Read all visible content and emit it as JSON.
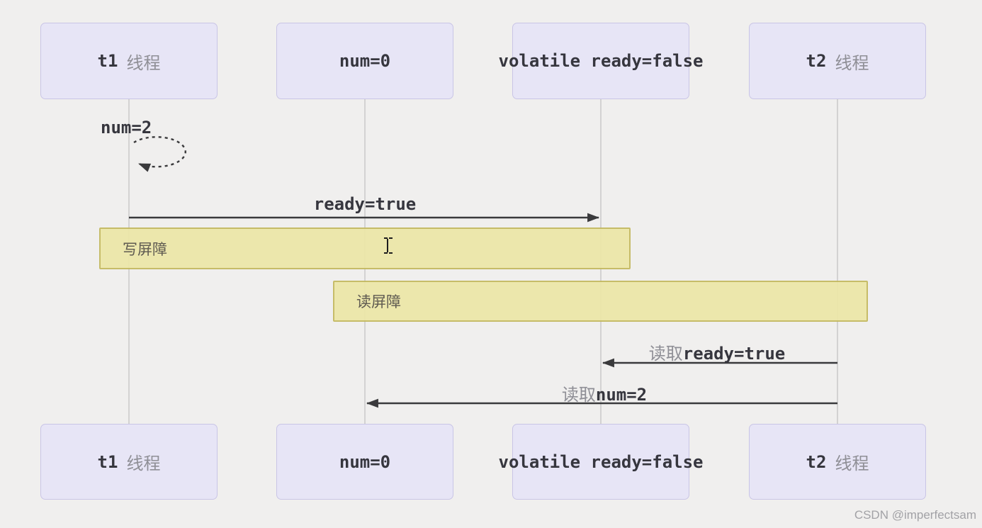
{
  "actors": {
    "t1": {
      "latin": "t1",
      "cjk": "线程"
    },
    "num": {
      "label": "num=0"
    },
    "ready": {
      "label": "volatile ready=false"
    },
    "t2": {
      "latin": "t2",
      "cjk": "线程"
    }
  },
  "labels": {
    "assign_num": "num=2",
    "write_ready": "ready=true",
    "read_ready_prefix": "读取",
    "read_ready_value": "ready=true",
    "read_num_prefix": "读取",
    "read_num_value": "num=2"
  },
  "barriers": {
    "write": "写屏障",
    "read": "读屏障"
  },
  "icons": {
    "text_cursor": "i-beam"
  },
  "watermark": {
    "text": "CSDN @imperfectsam"
  },
  "colors": {
    "background": "#f0efee",
    "actor_fill": "#e7e5f6",
    "actor_border": "#c9c5e6",
    "barrier_fill": "#ece7a8",
    "barrier_border": "#c3b95e",
    "arrow": "#3a3a3c",
    "lifeline": "#c9c9c9",
    "cjk_text": "#8f8f96",
    "latin_text": "#36363e",
    "barrier_text": "#555046",
    "watermark_text": "#a2a2a6"
  }
}
